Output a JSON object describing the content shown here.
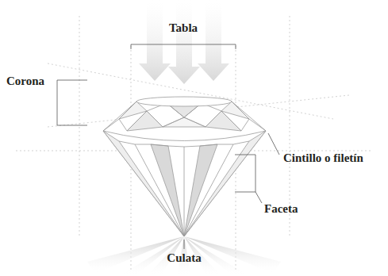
{
  "diagram": {
    "labels": [
      "Tabla",
      "Corona",
      "Cintillo o filetín",
      "Faceta",
      "Culata"
    ]
  }
}
